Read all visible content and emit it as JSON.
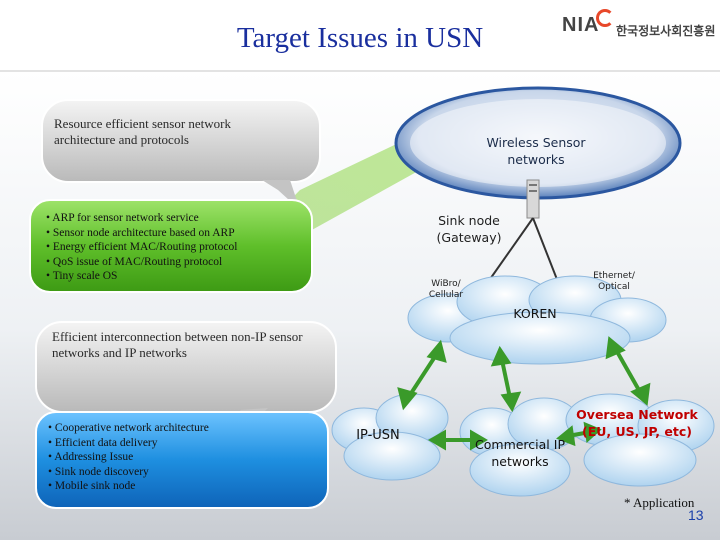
{
  "header": {
    "title": "Target Issues in USN",
    "logo_text": "NIA",
    "logo_korean": "한국정보사회진흥원"
  },
  "left_top": {
    "callout": "Resource efficient sensor network architecture and protocols",
    "items": [
      "ARP for sensor network service",
      "Sensor node architecture based on ARP",
      "Energy efficient MAC/Routing protocol",
      "QoS issue of MAC/Routing protocol",
      "Tiny scale OS"
    ]
  },
  "left_bottom": {
    "callout": "Efficient interconnection between non-IP sensor networks and IP networks",
    "items": [
      "Cooperative network architecture",
      "Efficient data delivery",
      "Addressing Issue",
      "Sink node discovery",
      "Mobile sink node"
    ]
  },
  "network": {
    "wsn": "Wireless Sensor networks",
    "sink": "Sink node (Gateway)",
    "wibro": "WiBro/ Cellular",
    "ethernet": "Ethernet/ Optical",
    "koren": "KOREN",
    "ipusn": "IP-USN",
    "commercial": "Commercial IP networks",
    "oversea": "Oversea Network (EU, US, JP, etc)"
  },
  "footer": {
    "note": "* Application",
    "page": "13"
  },
  "colors": {
    "title": "#1a2f9e",
    "green": "#5fbf2a",
    "blue": "#1e8fe0",
    "cloud": "#cfe6f7",
    "wsn": "#5a86c8",
    "oversea": "#c00000",
    "arrow": "#3a9a2a"
  }
}
